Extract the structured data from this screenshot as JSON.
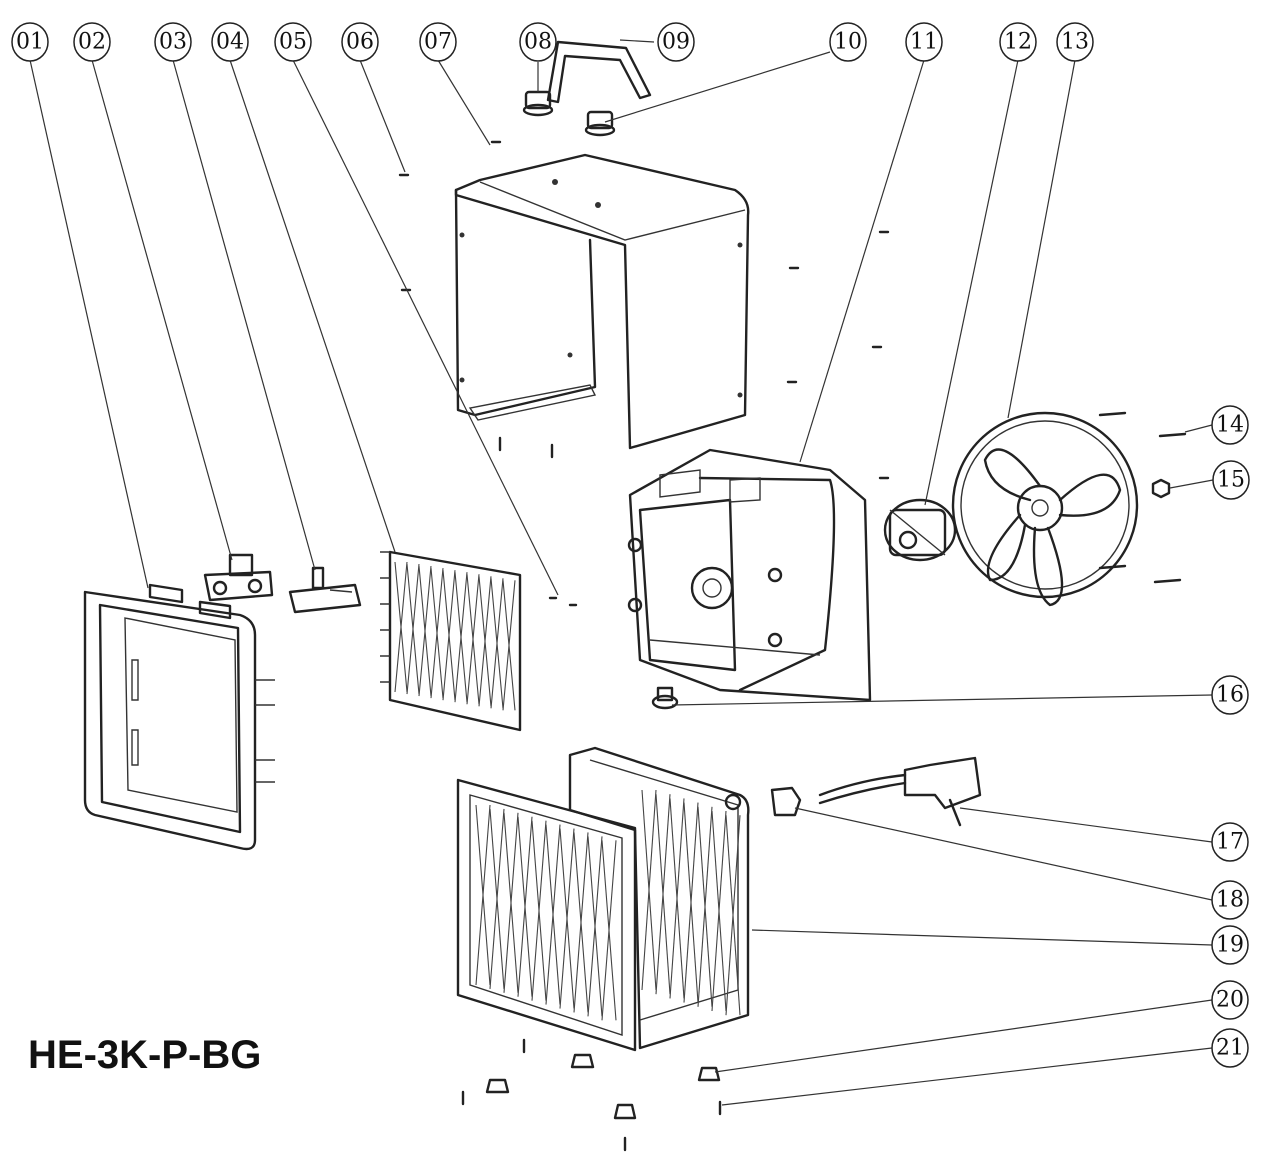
{
  "model": "HE-3K-P-BG",
  "callouts": [
    {
      "id": "01",
      "label": "01"
    },
    {
      "id": "02",
      "label": "02"
    },
    {
      "id": "03",
      "label": "03"
    },
    {
      "id": "04",
      "label": "04"
    },
    {
      "id": "05",
      "label": "05"
    },
    {
      "id": "06",
      "label": "06"
    },
    {
      "id": "07",
      "label": "07"
    },
    {
      "id": "08",
      "label": "08"
    },
    {
      "id": "09",
      "label": "09"
    },
    {
      "id": "10",
      "label": "10"
    },
    {
      "id": "11",
      "label": "11"
    },
    {
      "id": "12",
      "label": "12"
    },
    {
      "id": "13",
      "label": "13"
    },
    {
      "id": "14",
      "label": "14"
    },
    {
      "id": "15",
      "label": "15"
    },
    {
      "id": "16",
      "label": "16"
    },
    {
      "id": "17",
      "label": "17"
    },
    {
      "id": "18",
      "label": "18"
    },
    {
      "id": "19",
      "label": "19"
    },
    {
      "id": "20",
      "label": "20"
    },
    {
      "id": "21",
      "label": "21"
    }
  ]
}
